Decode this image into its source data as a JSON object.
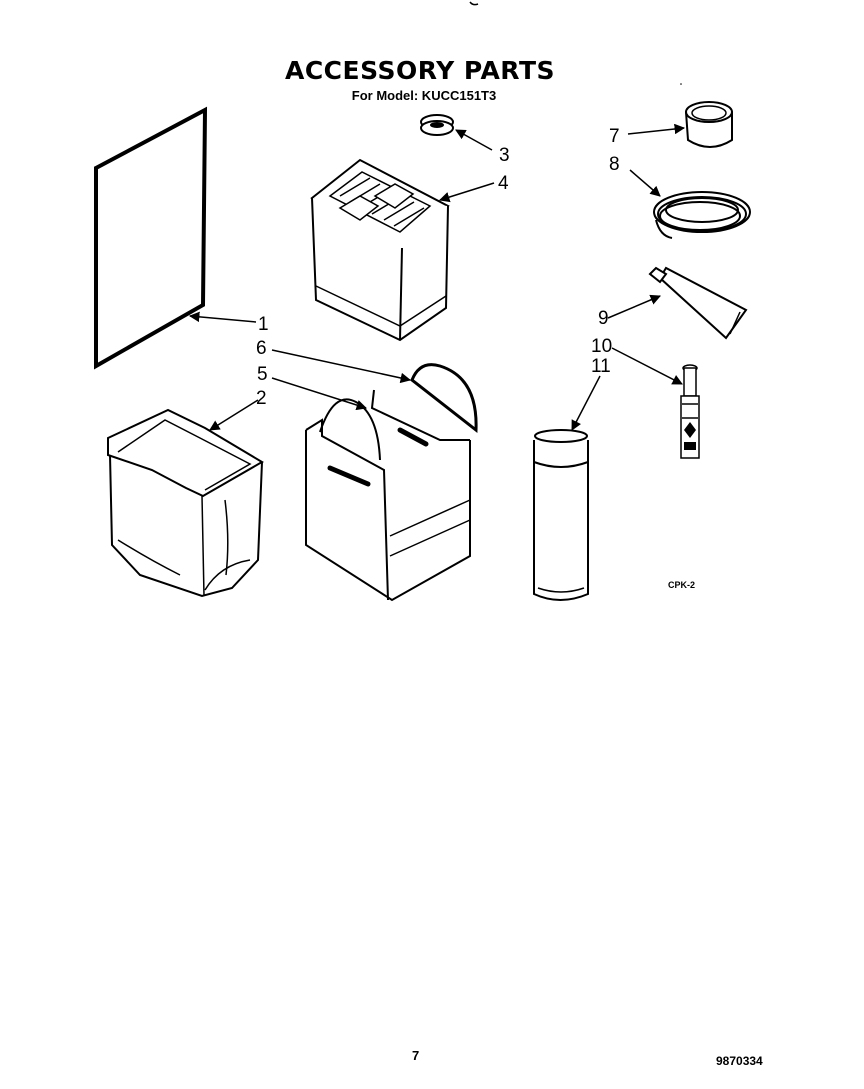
{
  "header": {
    "title": "ACCESSORY PARTS",
    "subtitle": "For Model: KUCC151T3"
  },
  "callouts": [
    "1",
    "2",
    "3",
    "4",
    "5",
    "6",
    "7",
    "8",
    "9",
    "10",
    "11"
  ],
  "figure_code": "CPK-2",
  "footer": {
    "page_number": "7",
    "document_number": "9870334"
  }
}
